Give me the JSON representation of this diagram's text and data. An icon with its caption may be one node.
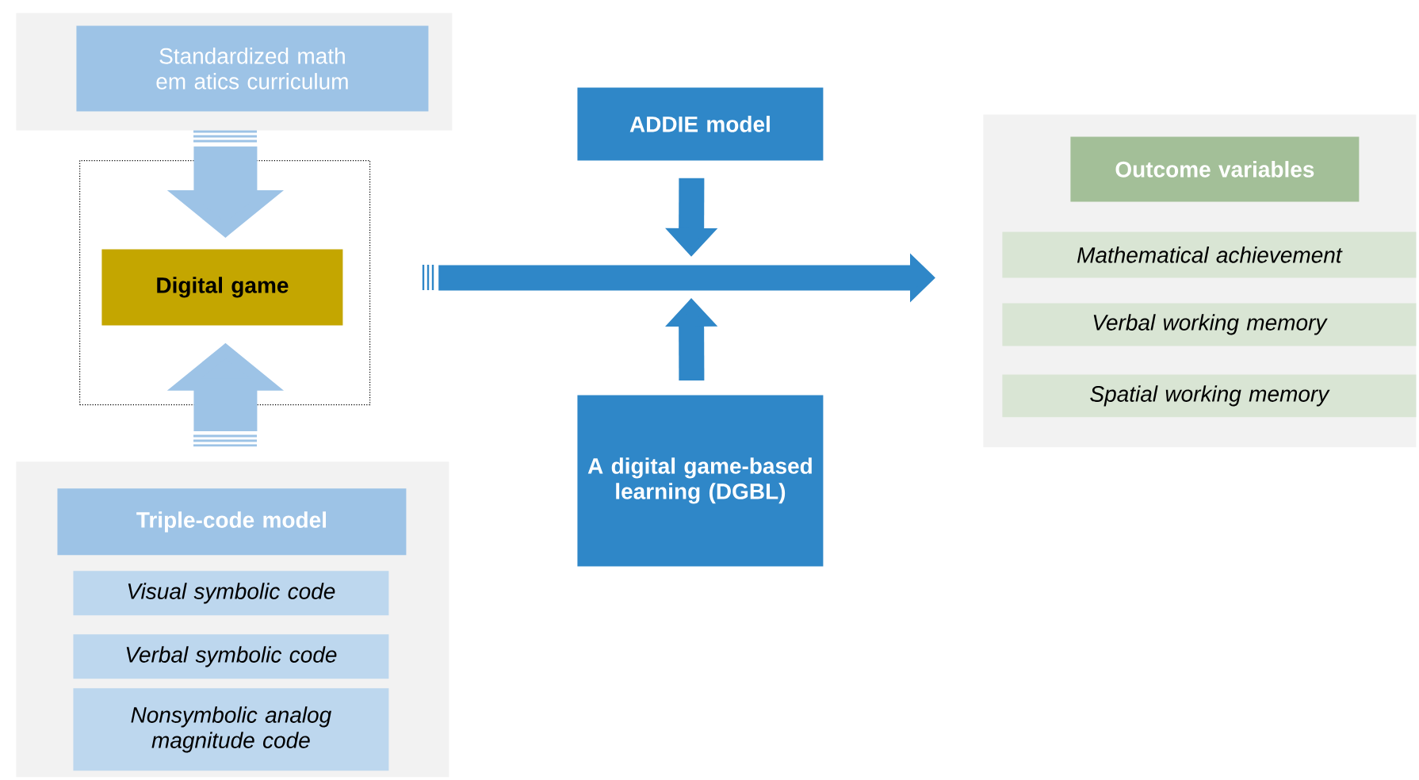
{
  "diagram": {
    "nodes": [
      {
        "text": [],
        "shape": "box"
      },
      {
        "text": [
          "Standardized math em atics curriculum"
        ],
        "in": 0
      },
      {
        "text": [],
        "shape": "box"
      },
      {
        "text": [
          "Digital game"
        ],
        "in": 2
      },
      {
        "text": [],
        "shape": "box"
      },
      {
        "text": [
          "Triple-code model"
        ],
        "in": 4
      },
      {
        "text": [
          "Visual symbolic code"
        ],
        "in": 4
      },
      {
        "text": [
          "Verbal symbolic code"
        ],
        "in": 4
      },
      {
        "text": [
          "Nonsymbolic analog magnitude code"
        ],
        "in": 4
      },
      {
        "text": [
          "ADDIE model"
        ]
      },
      {
        "text": [
          "A digital game-based learning (DGBL)"
        ]
      },
      {
        "text": [],
        "shape": "box"
      },
      {
        "text": [
          "Outcome variables"
        ],
        "in": 11
      },
      {
        "text": [
          "Mathematical achievement"
        ],
        "in": 11
      },
      {
        "text": [
          "Verbal working memory"
        ],
        "in": 11
      },
      {
        "text": [
          "Spatial working memory"
        ],
        "in": 11
      }
    ],
    "edges": [
      {
        "from": 0,
        "to": 3,
        "arrow": "to",
        "color": "#9dc3e6"
      },
      {
        "from": 4,
        "to": 3,
        "arrow": "to",
        "color": "#9dc3e6"
      },
      {
        "from": 2,
        "to": 11,
        "arrow": "to"
      },
      {
        "from": 9,
        "to": null,
        "arrow": "to"
      },
      {
        "from": 10,
        "to": null,
        "arrow": "to"
      }
    ]
  }
}
